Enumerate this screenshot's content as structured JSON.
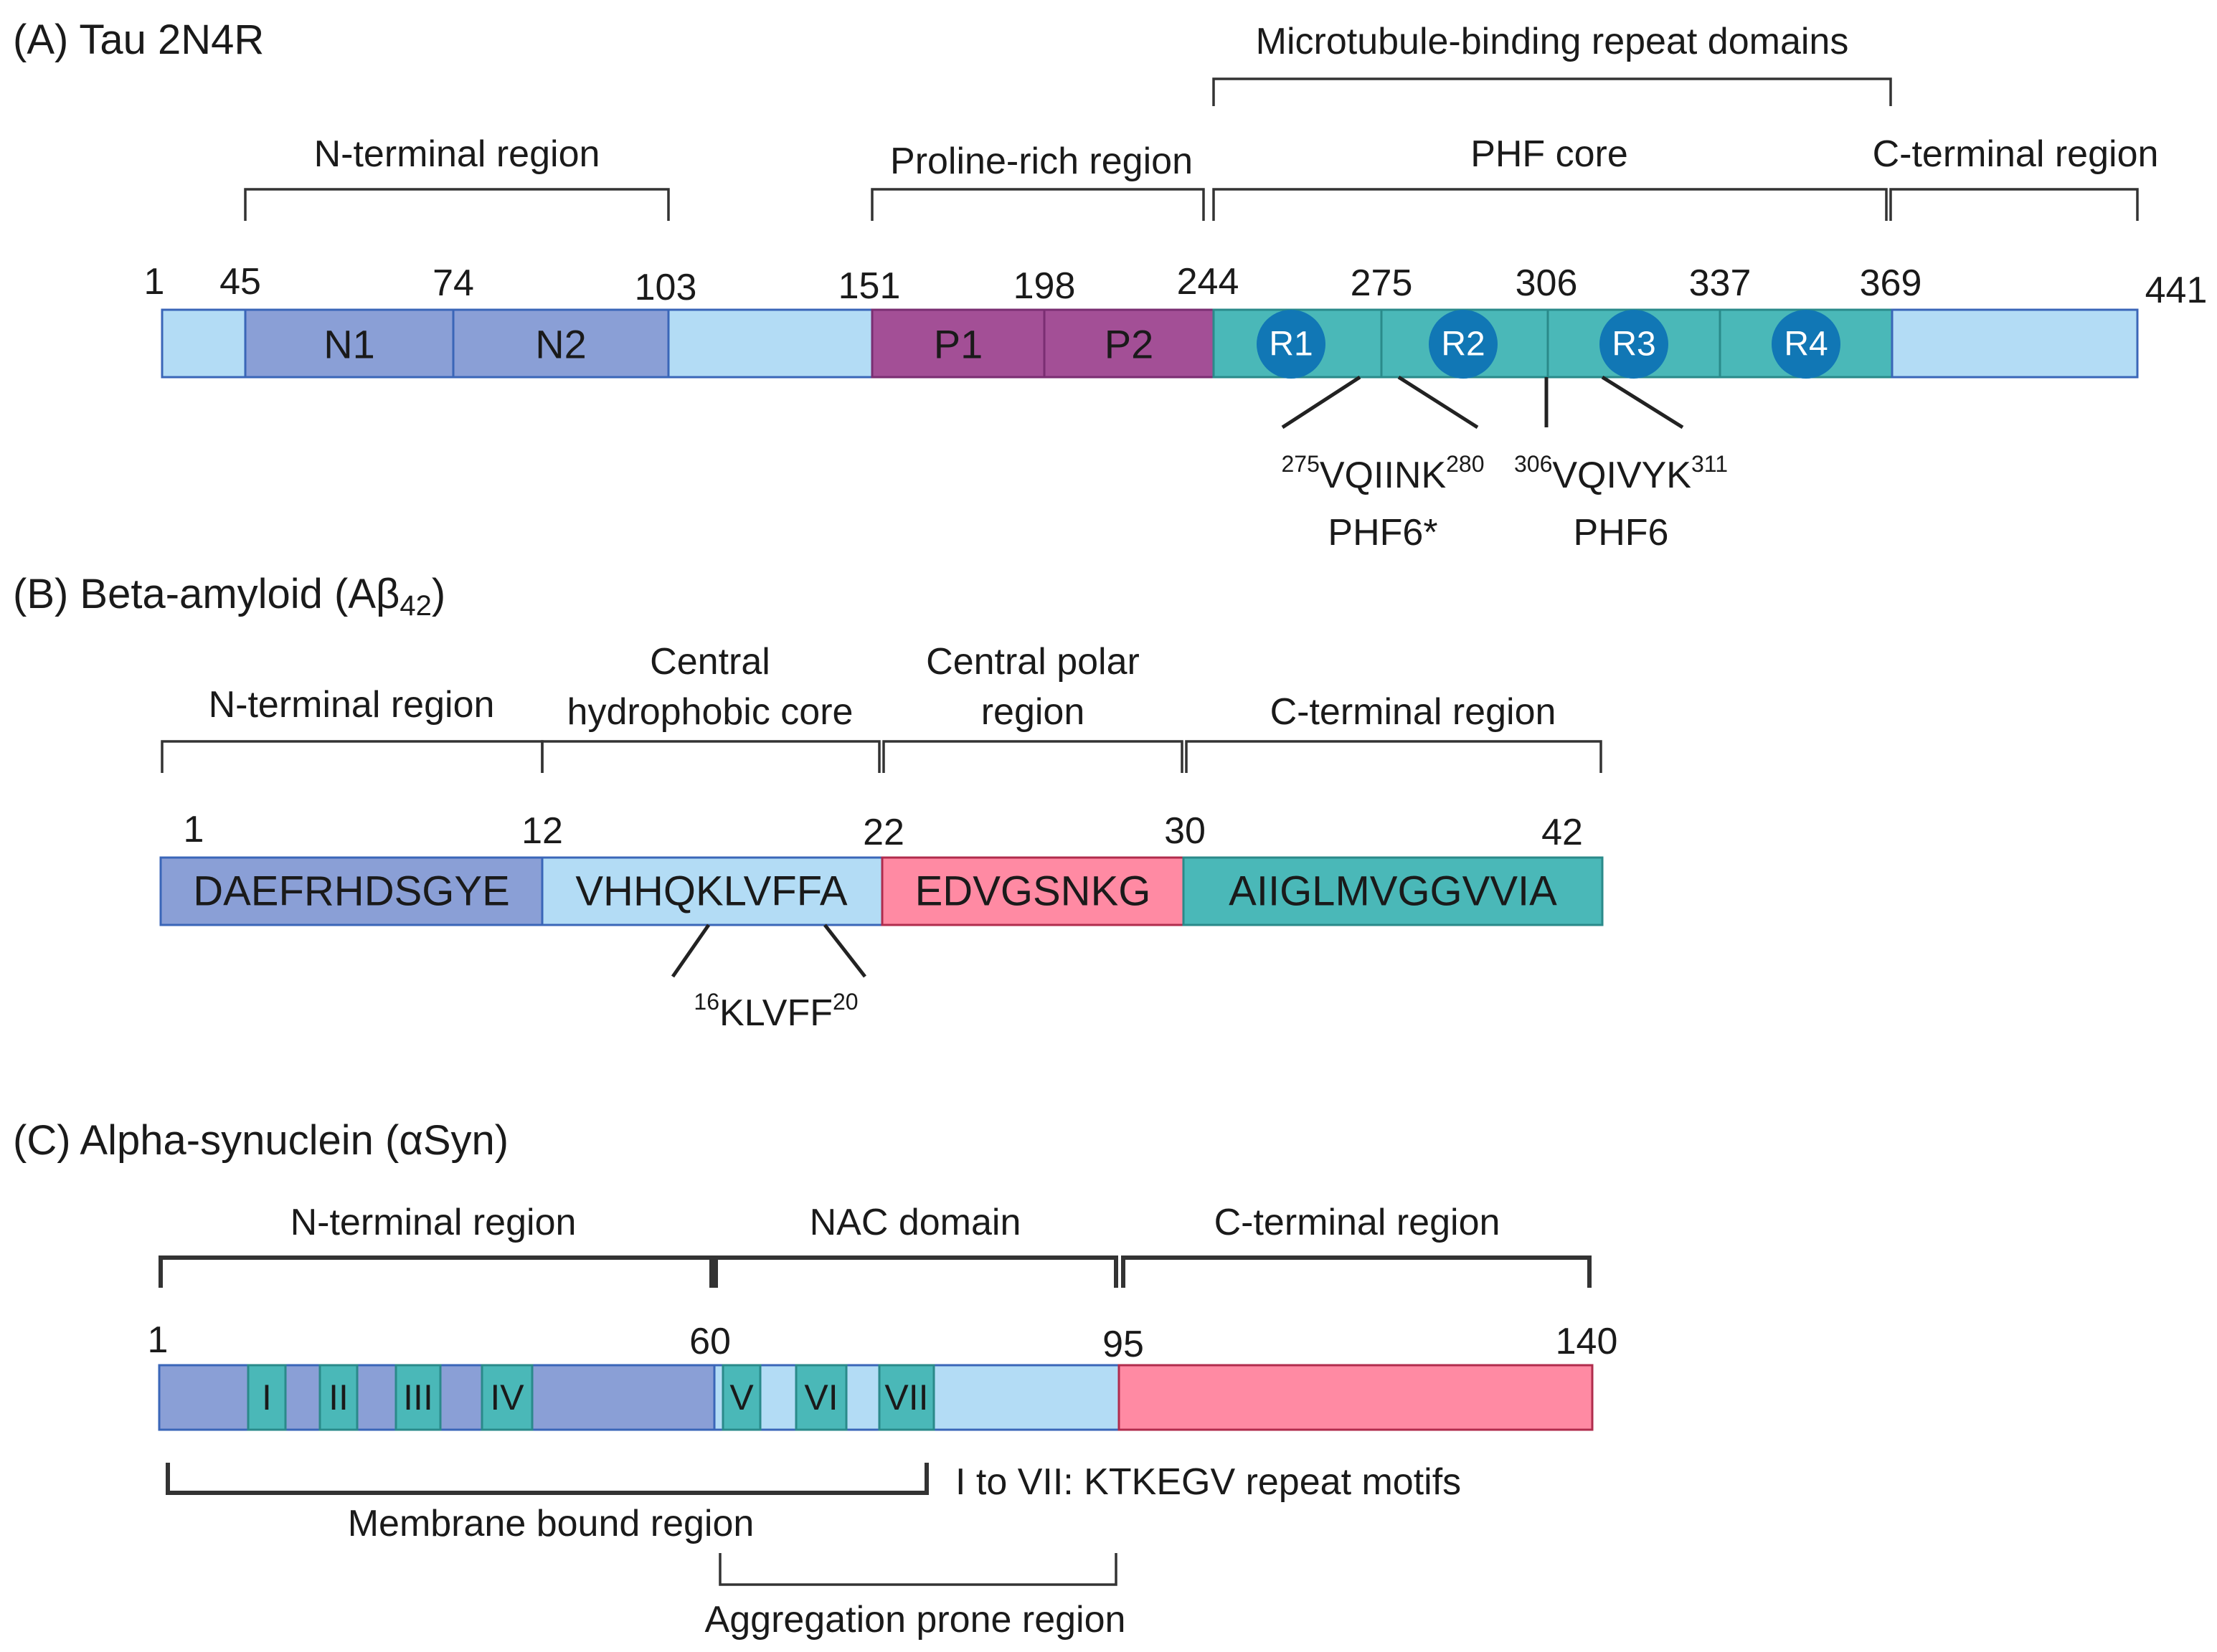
{
  "colors": {
    "light_blue": "#b3dcf5",
    "periwinkle": "#8a9fd6",
    "purple": "#a34f96",
    "teal": "#4ab8b8",
    "pink": "#ff8aa3",
    "repeat_circle": "#1177b5",
    "outline_blue": "#3a66b8",
    "outline_purple": "#7a2e72",
    "outline_teal": "#2a8a8a",
    "outline_pink": "#b02c4c"
  },
  "panel_a": {
    "title": "(A) Tau 2N4R",
    "regions": {
      "microtubule": "Microtubule-binding repeat domains",
      "n_terminal": "N-terminal region",
      "proline": "Proline-rich region",
      "phf_core": "PHF core",
      "c_terminal": "C-terminal region"
    },
    "positions": [
      "1",
      "45",
      "74",
      "103",
      "151",
      "198",
      "244",
      "275",
      "306",
      "337",
      "369",
      "441"
    ],
    "segments": {
      "n1": "N1",
      "n2": "N2",
      "p1": "P1",
      "p2": "P2"
    },
    "repeats": [
      "R1",
      "R2",
      "R3",
      "R4"
    ],
    "phf6_star": {
      "start": "275",
      "seq": "VQIINK",
      "end": "280",
      "name": "PHF6*"
    },
    "phf6": {
      "start": "306",
      "seq": "VQIVYK",
      "end": "311",
      "name": "PHF6"
    }
  },
  "panel_b": {
    "title_prefix": "(B) Beta-amyloid (Aβ",
    "title_sub": "42",
    "title_suffix": ")",
    "regions": {
      "n_terminal": "N-terminal region",
      "central_hydro_1": "Central",
      "central_hydro_2": "hydrophobic core",
      "central_polar_1": "Central polar",
      "central_polar_2": "region",
      "c_terminal": "C-terminal region"
    },
    "positions": [
      "1",
      "12",
      "22",
      "30",
      "42"
    ],
    "sequences": [
      "DAEFRHDSGYE",
      "VHHQKLVFFA",
      "EDVGSNKG",
      "AIIGLMVGGVVIA"
    ],
    "klvff": {
      "start": "16",
      "seq": "KLVFF",
      "end": "20"
    }
  },
  "panel_c": {
    "title": "(C) Alpha-synuclein (αSyn)",
    "regions": {
      "n_terminal": "N-terminal region",
      "nac": "NAC domain",
      "c_terminal": "C-terminal region"
    },
    "positions": [
      "1",
      "60",
      "95",
      "140"
    ],
    "motifs": [
      "I",
      "II",
      "III",
      "IV",
      "V",
      "VI",
      "VII"
    ],
    "motif_note": "I to VII: KTKEGV repeat motifs",
    "membrane": "Membrane bound region",
    "aggregation": "Aggregation prone region"
  }
}
